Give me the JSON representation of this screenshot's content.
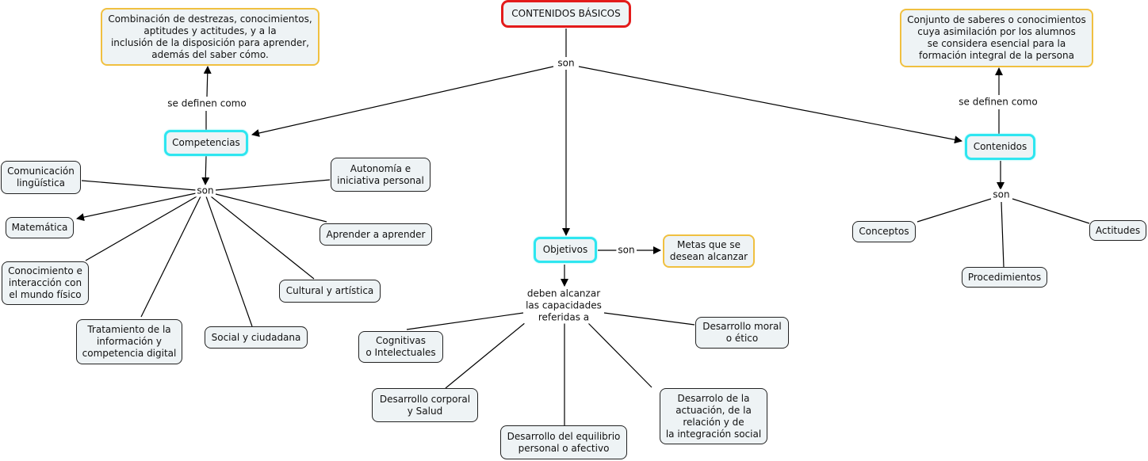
{
  "title": "CONTENIDOS BÁSICOS",
  "colors": {
    "root_border": "#e31b1b",
    "main_border": "#2ee6f0",
    "definition_border": "#f0c040",
    "node_fill": "#eef3f5"
  },
  "links": {
    "root_son": "son",
    "comp_def": "se definen como",
    "comp_son": "son",
    "cont_def": "se definen como",
    "cont_son": "son",
    "obj_son": "son",
    "obj_deben": "deben alcanzar\nlas capacidades\nreferidas a"
  },
  "nodes": {
    "competencias": "Competencias",
    "contenidos": "Contenidos",
    "objetivos": "Objetivos",
    "comp_definition": "Combinación de destrezas, conocimientos,\naptitudes y actitudes, y a la\ninclusión de la disposición para aprender,\nademás del saber cómo.",
    "cont_definition": "Conjunto de saberes o conocimientos\ncuya asimilación por los alumnos\nse considera esencial para la\nformación integral de la persona",
    "obj_definition": "Metas que se\ndesean alcanzar",
    "competencias_items": [
      "Comunicación\nlingüística",
      "Matemática",
      "Conocimiento e\ninteracción con\nel mundo físico",
      "Tratamiento de la\ninformación y\ncompetencia digital",
      "Social y ciudadana",
      "Cultural y artística",
      "Aprender a aprender",
      "Autonomía e\niniciativa personal"
    ],
    "contenidos_items": [
      "Conceptos",
      "Procedimientos",
      "Actitudes"
    ],
    "capacidades_items": [
      "Cognitivas\no Intelectuales",
      "Desarrollo corporal\ny Salud",
      "Desarrollo del equilibrio\npersonal o afectivo",
      "Desarrolo de la\nactuación, de la\nrelación y de\nla integración social",
      "Desarrollo moral\no ético"
    ]
  }
}
